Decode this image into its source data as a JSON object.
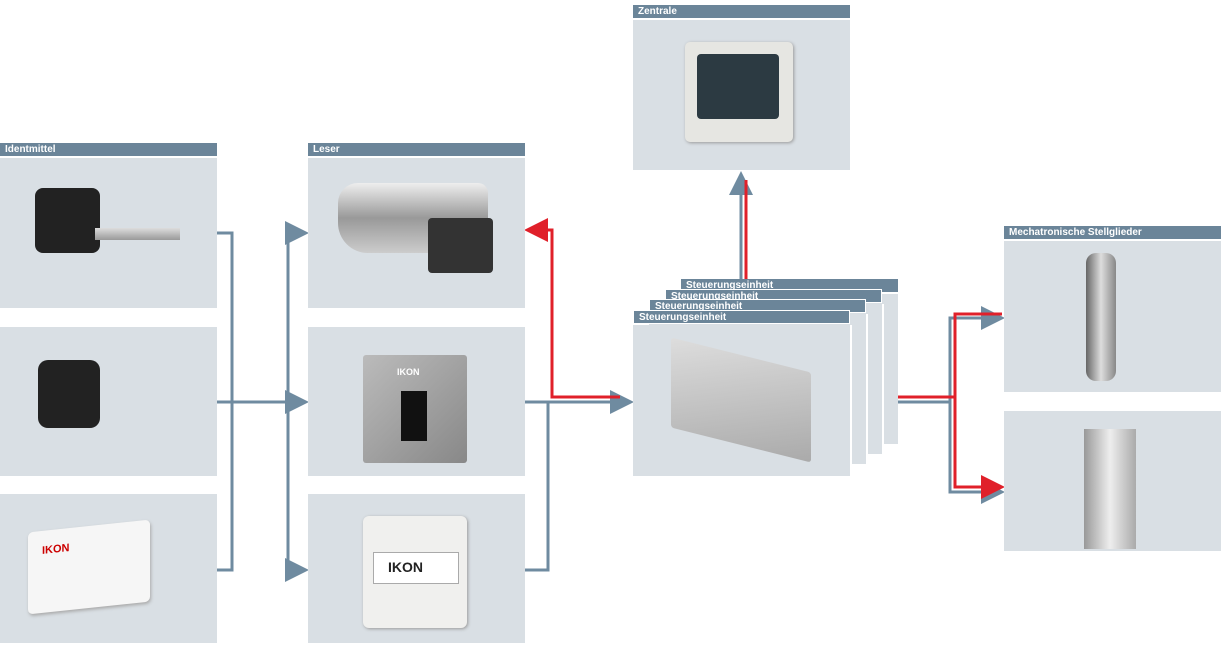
{
  "groups": {
    "identmittel": {
      "title": "Identmittel",
      "items": [
        "key-transponder",
        "key-fob",
        "card"
      ]
    },
    "leser": {
      "title": "Leser",
      "items": [
        "cylinder-reader",
        "wall-reader",
        "terminal-reader"
      ]
    },
    "zentrale": {
      "title": "Zentrale",
      "items": [
        "monitor"
      ]
    },
    "steuerung": {
      "title": "Steuerungseinheit",
      "stack_titles": [
        "Steuerungseinheit",
        "Steuerungseinheit",
        "Steuerungseinheit",
        "Steuerungseinheit"
      ]
    },
    "stellglieder": {
      "title": "Mechatronische Stellglieder",
      "items": [
        "electronic-cylinder",
        "mortise-lock"
      ]
    }
  },
  "brand": "IKON",
  "colors": {
    "header": "#6b8599",
    "panel": "#d9dfe4",
    "line": "#6f8ba0",
    "red": "#e0202a"
  }
}
